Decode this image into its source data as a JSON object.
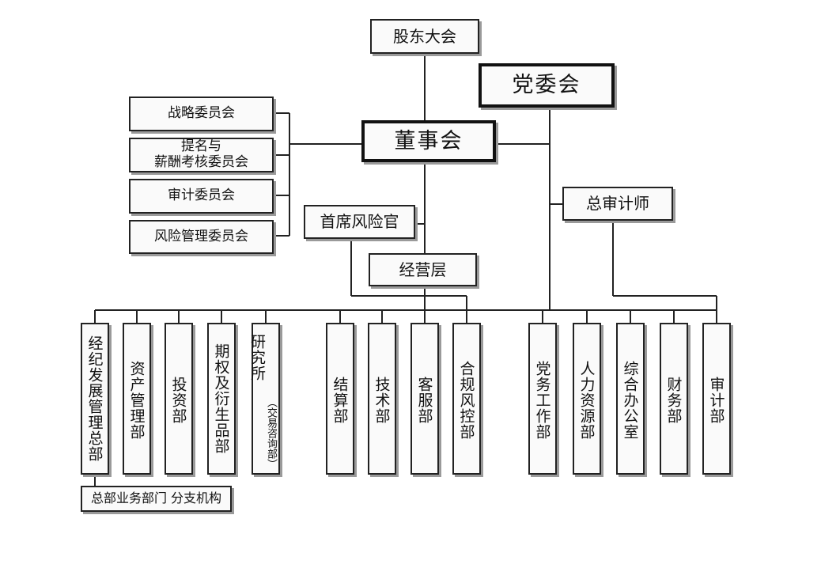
{
  "top": {
    "shareholders": "股东大会",
    "party_committee": "党委会",
    "board": "董事会",
    "chief_auditor": "总审计师",
    "chief_risk_officer": "首席风险官",
    "management": "经营层"
  },
  "committees": [
    "战略委员会",
    "提名与",
    "薪酬考核委员会",
    "审计委员会",
    "风险管理委员会"
  ],
  "departments": [
    "经纪发展管理总部",
    "资产管理部",
    "投资部",
    "期权及衍生品部",
    "研究所",
    "（交易咨询部）",
    "结算部",
    "技术部",
    "客服部",
    "合规风控部",
    "党务工作部",
    "人力资源部",
    "综合办公室",
    "财务部",
    "审计部"
  ],
  "branch_note": "总部业务部门 分支机构"
}
